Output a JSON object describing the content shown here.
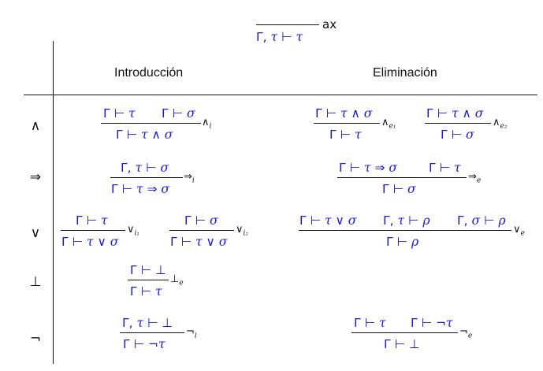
{
  "axiom": {
    "label": "ax"
  },
  "headers": {
    "introduction": "Introducción",
    "elimination": "Eliminación"
  },
  "rows": [
    {
      "symbol": "∧"
    },
    {
      "symbol": "⇒"
    },
    {
      "symbol": "∨"
    },
    {
      "symbol": "⊥"
    },
    {
      "symbol": "¬"
    }
  ],
  "rule_labels": {
    "and_i": "∧",
    "and_i_sub": "i",
    "and_e1": "∧",
    "and_e1_sub": "e₁",
    "and_e2": "∧",
    "and_e2_sub": "e₂",
    "imp_i": "⇒",
    "imp_i_sub": "i",
    "imp_e": "⇒",
    "imp_e_sub": "e",
    "or_i1": "∨",
    "or_i1_sub": "i₁",
    "or_i2": "∨",
    "or_i2_sub": "i₂",
    "or_e": "∨",
    "or_e_sub": "e",
    "bot_e": "⊥",
    "bot_e_sub": "e",
    "neg_i": "¬",
    "neg_i_sub": "i",
    "neg_e": "¬",
    "neg_e_sub": "e"
  },
  "formulas": {
    "ax_concl": [
      [
        "Γ",
        "b"
      ],
      [
        ", ",
        "b"
      ],
      [
        "τ",
        "bi"
      ],
      [
        " ⊢ ",
        "b"
      ],
      [
        "τ",
        "bi"
      ]
    ],
    "and_i_p1": [
      [
        "Γ ⊢ ",
        "b"
      ],
      [
        "τ",
        "bi"
      ]
    ],
    "and_i_p2": [
      [
        "Γ ⊢ ",
        "b"
      ],
      [
        "σ",
        "bi"
      ]
    ],
    "and_i_c": [
      [
        "Γ ⊢ ",
        "b"
      ],
      [
        "τ",
        "bi"
      ],
      [
        " ∧ ",
        "b"
      ],
      [
        "σ",
        "bi"
      ]
    ],
    "and_e1_p": [
      [
        "Γ ⊢ ",
        "b"
      ],
      [
        "τ",
        "bi"
      ],
      [
        " ∧ ",
        "b"
      ],
      [
        "σ",
        "bi"
      ]
    ],
    "and_e1_c": [
      [
        "Γ ⊢ ",
        "b"
      ],
      [
        "τ",
        "bi"
      ]
    ],
    "and_e2_p": [
      [
        "Γ ⊢ ",
        "b"
      ],
      [
        "τ",
        "bi"
      ],
      [
        " ∧ ",
        "b"
      ],
      [
        "σ",
        "bi"
      ]
    ],
    "and_e2_c": [
      [
        "Γ ⊢ ",
        "b"
      ],
      [
        "σ",
        "bi"
      ]
    ],
    "imp_i_p": [
      [
        "Γ",
        "b"
      ],
      [
        ", ",
        "b"
      ],
      [
        "τ",
        "bi"
      ],
      [
        " ⊢ ",
        "b"
      ],
      [
        "σ",
        "bi"
      ]
    ],
    "imp_i_c": [
      [
        "Γ ⊢ ",
        "b"
      ],
      [
        "τ",
        "bi"
      ],
      [
        " ⇒ ",
        "b"
      ],
      [
        "σ",
        "bi"
      ]
    ],
    "imp_e_p1": [
      [
        "Γ ⊢ ",
        "b"
      ],
      [
        "τ",
        "bi"
      ],
      [
        " ⇒ ",
        "b"
      ],
      [
        "σ",
        "bi"
      ]
    ],
    "imp_e_p2": [
      [
        "Γ ⊢ ",
        "b"
      ],
      [
        "τ",
        "bi"
      ]
    ],
    "imp_e_c": [
      [
        "Γ ⊢ ",
        "b"
      ],
      [
        "σ",
        "bi"
      ]
    ],
    "or_i1_p": [
      [
        "Γ ⊢ ",
        "b"
      ],
      [
        "τ",
        "bi"
      ]
    ],
    "or_i1_c": [
      [
        "Γ ⊢ ",
        "b"
      ],
      [
        "τ",
        "bi"
      ],
      [
        " ∨ ",
        "b"
      ],
      [
        "σ",
        "bi"
      ]
    ],
    "or_i2_p": [
      [
        "Γ ⊢ ",
        "b"
      ],
      [
        "σ",
        "bi"
      ]
    ],
    "or_i2_c": [
      [
        "Γ ⊢ ",
        "b"
      ],
      [
        "τ",
        "bi"
      ],
      [
        " ∨ ",
        "b"
      ],
      [
        "σ",
        "bi"
      ]
    ],
    "or_e_p1": [
      [
        "Γ ⊢ ",
        "b"
      ],
      [
        "τ",
        "bi"
      ],
      [
        " ∨ ",
        "b"
      ],
      [
        "σ",
        "bi"
      ]
    ],
    "or_e_p2": [
      [
        "Γ",
        "b"
      ],
      [
        ", ",
        "b"
      ],
      [
        "τ",
        "bi"
      ],
      [
        " ⊢ ",
        "b"
      ],
      [
        "ρ",
        "bi"
      ]
    ],
    "or_e_p3": [
      [
        "Γ",
        "b"
      ],
      [
        ", ",
        "b"
      ],
      [
        "σ",
        "bi"
      ],
      [
        " ⊢ ",
        "b"
      ],
      [
        "ρ",
        "bi"
      ]
    ],
    "or_e_c": [
      [
        "Γ ⊢ ",
        "b"
      ],
      [
        "ρ",
        "bi"
      ]
    ],
    "bot_e_p": [
      [
        "Γ ⊢ ⊥",
        "b"
      ]
    ],
    "bot_e_c": [
      [
        "Γ ⊢ ",
        "b"
      ],
      [
        "τ",
        "bi"
      ]
    ],
    "neg_i_p": [
      [
        "Γ",
        "b"
      ],
      [
        ", ",
        "b"
      ],
      [
        "τ",
        "bi"
      ],
      [
        " ⊢ ⊥",
        "b"
      ]
    ],
    "neg_i_c": [
      [
        "Γ ⊢ ¬",
        "b"
      ],
      [
        "τ",
        "bi"
      ]
    ],
    "neg_e_p1": [
      [
        "Γ ⊢ ",
        "b"
      ],
      [
        "τ",
        "bi"
      ]
    ],
    "neg_e_p2": [
      [
        "Γ ⊢ ¬",
        "b"
      ],
      [
        "τ",
        "bi"
      ]
    ],
    "neg_e_c": [
      [
        "Γ ⊢ ⊥",
        "b"
      ]
    ]
  },
  "colors": {
    "formula": "#1a1ad6",
    "text": "#111111"
  }
}
